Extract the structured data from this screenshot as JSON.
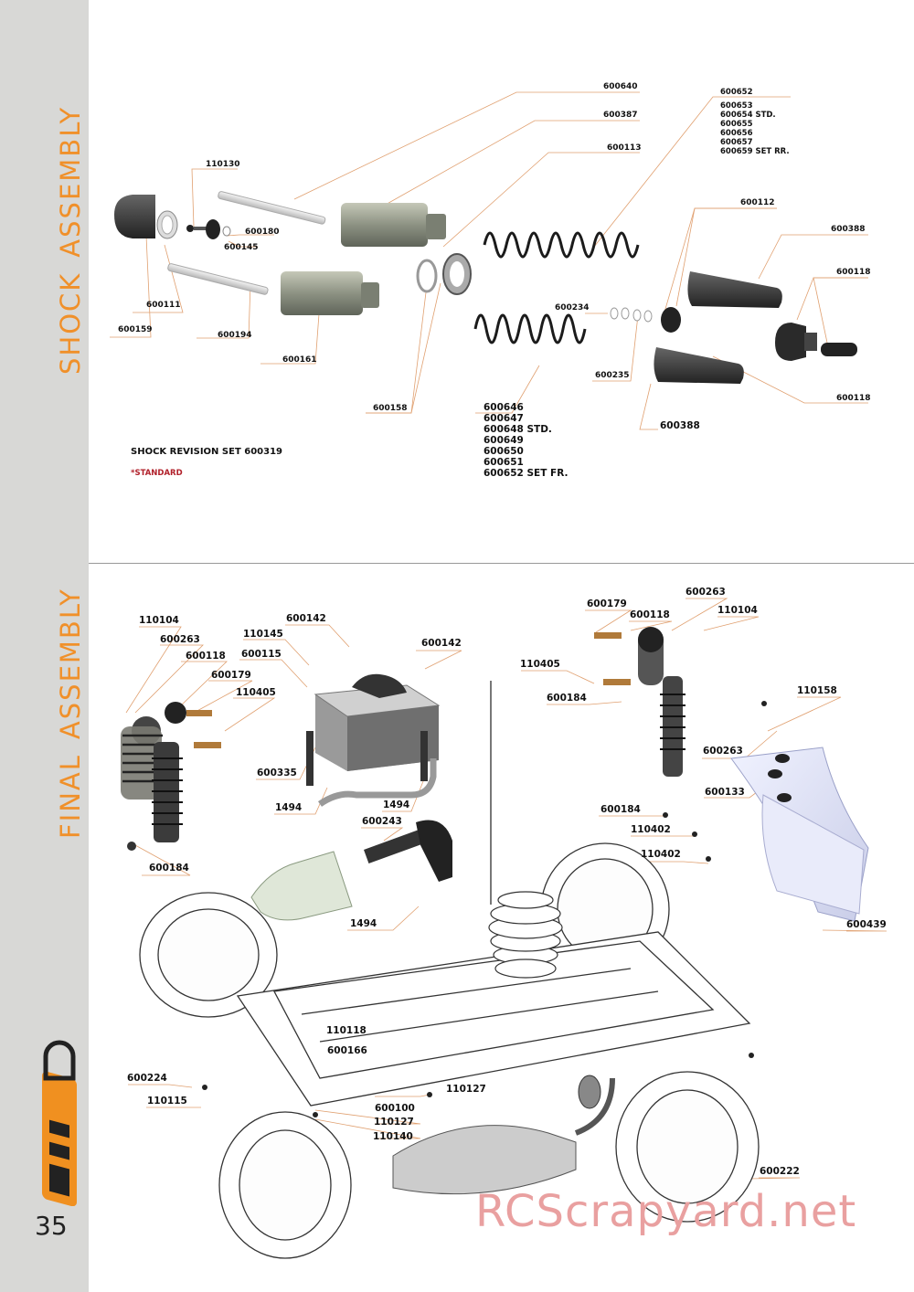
{
  "sections": {
    "shock": {
      "title_word1": "SHOCK",
      "title_word2": "ASSEMBLY",
      "revision_note": "SHOCK REVISION SET 600319",
      "standard_note": "*STANDARD",
      "labels": {
        "p600640": "600640",
        "p600387": "600387",
        "p600113": "600113",
        "p110130": "110130",
        "p600180": "600180",
        "p600145": "600145",
        "p600111": "600111",
        "p600159": "600159",
        "p600194": "600194",
        "p600161": "600161",
        "p600158": "600158",
        "p600234": "600234",
        "p600235": "600235",
        "p600112": "600112",
        "p600388a": "600388",
        "p600118a": "600118",
        "p600118b": "600118",
        "p600388b": "600388"
      },
      "rear_springs": [
        "600652",
        "600653",
        "600654 STD.",
        "600655",
        "600656",
        "600657",
        "600659 SET RR."
      ],
      "front_springs": [
        "600646",
        "600647",
        "600648 STD.",
        "600649",
        "600650",
        "600651",
        "600652 SET FR."
      ]
    },
    "final": {
      "title_word1": "FINAL",
      "title_word2": "ASSEMBLY",
      "labels": {
        "p110104a": "110104",
        "p600263a": "600263",
        "p600118a": "600118",
        "p600179a": "600179",
        "p110405a": "110405",
        "p600184a": "600184",
        "p110145": "110145",
        "p600115": "600115",
        "p600142a": "600142",
        "p600142b": "600142",
        "p600335": "600335",
        "p1494a": "1494",
        "p1494b": "1494",
        "p600243": "600243",
        "p1494c": "1494",
        "p600179b": "600179",
        "p600118b": "600118",
        "p600263b": "600263",
        "p110104b": "110104",
        "p110405b": "110405",
        "p600184b": "600184",
        "p110158": "110158",
        "p600263c": "600263",
        "p600133": "600133",
        "p600184c": "600184",
        "p110402a": "110402",
        "p110402b": "110402",
        "p600439": "600439",
        "p110118": "110118",
        "p600166": "600166",
        "p600224": "600224",
        "p110115": "110115",
        "p600100": "600100",
        "p110127a": "110127",
        "p110127b": "110127",
        "p110140": "110140",
        "p600222": "600222"
      }
    }
  },
  "page_number": "35",
  "watermark": "RCScrapyard.net",
  "colors": {
    "sidebar": "#d8d8d6",
    "title_orange": "#f0902a",
    "leader_orange": "#e0a070",
    "standard_red": "#b1202a"
  }
}
